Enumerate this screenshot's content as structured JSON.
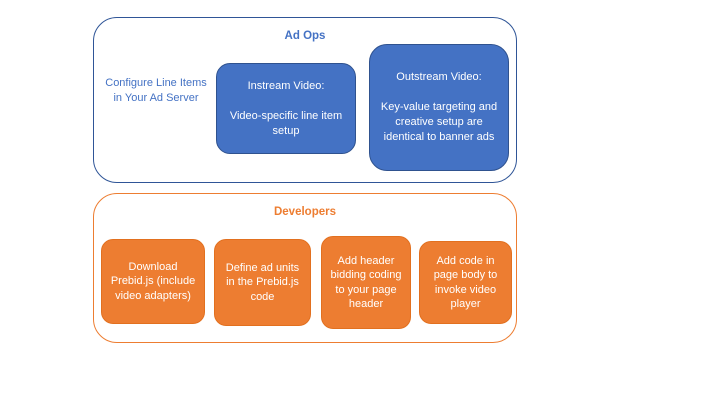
{
  "ad_ops": {
    "title": "Ad Ops",
    "side_note": "Configure Line Items in Your Ad Server",
    "boxes": [
      {
        "heading": "Instream Video:",
        "body": "Video-specific line item setup"
      },
      {
        "heading": "Outstream Video:",
        "body": "Key-value targeting and creative setup are identical to banner ads"
      }
    ]
  },
  "developers": {
    "title": "Developers",
    "steps": [
      "Download Prebid.js (include video adapters)",
      "Define ad units in the Prebid.js code",
      "Add header bidding coding to your page header",
      "Add code in page body to invoke video player"
    ]
  },
  "colors": {
    "blue_fill": "#4472C4",
    "blue_box_border": "#2F528F",
    "blue_group_border": "#2F5597",
    "blue_text": "#4472C4",
    "orange_fill": "#ED7D31",
    "orange_group_border": "#ED7D31",
    "orange_text": "#ED7D31",
    "text_on_fill": "#FFFFFF",
    "background": "#FFFFFF"
  }
}
